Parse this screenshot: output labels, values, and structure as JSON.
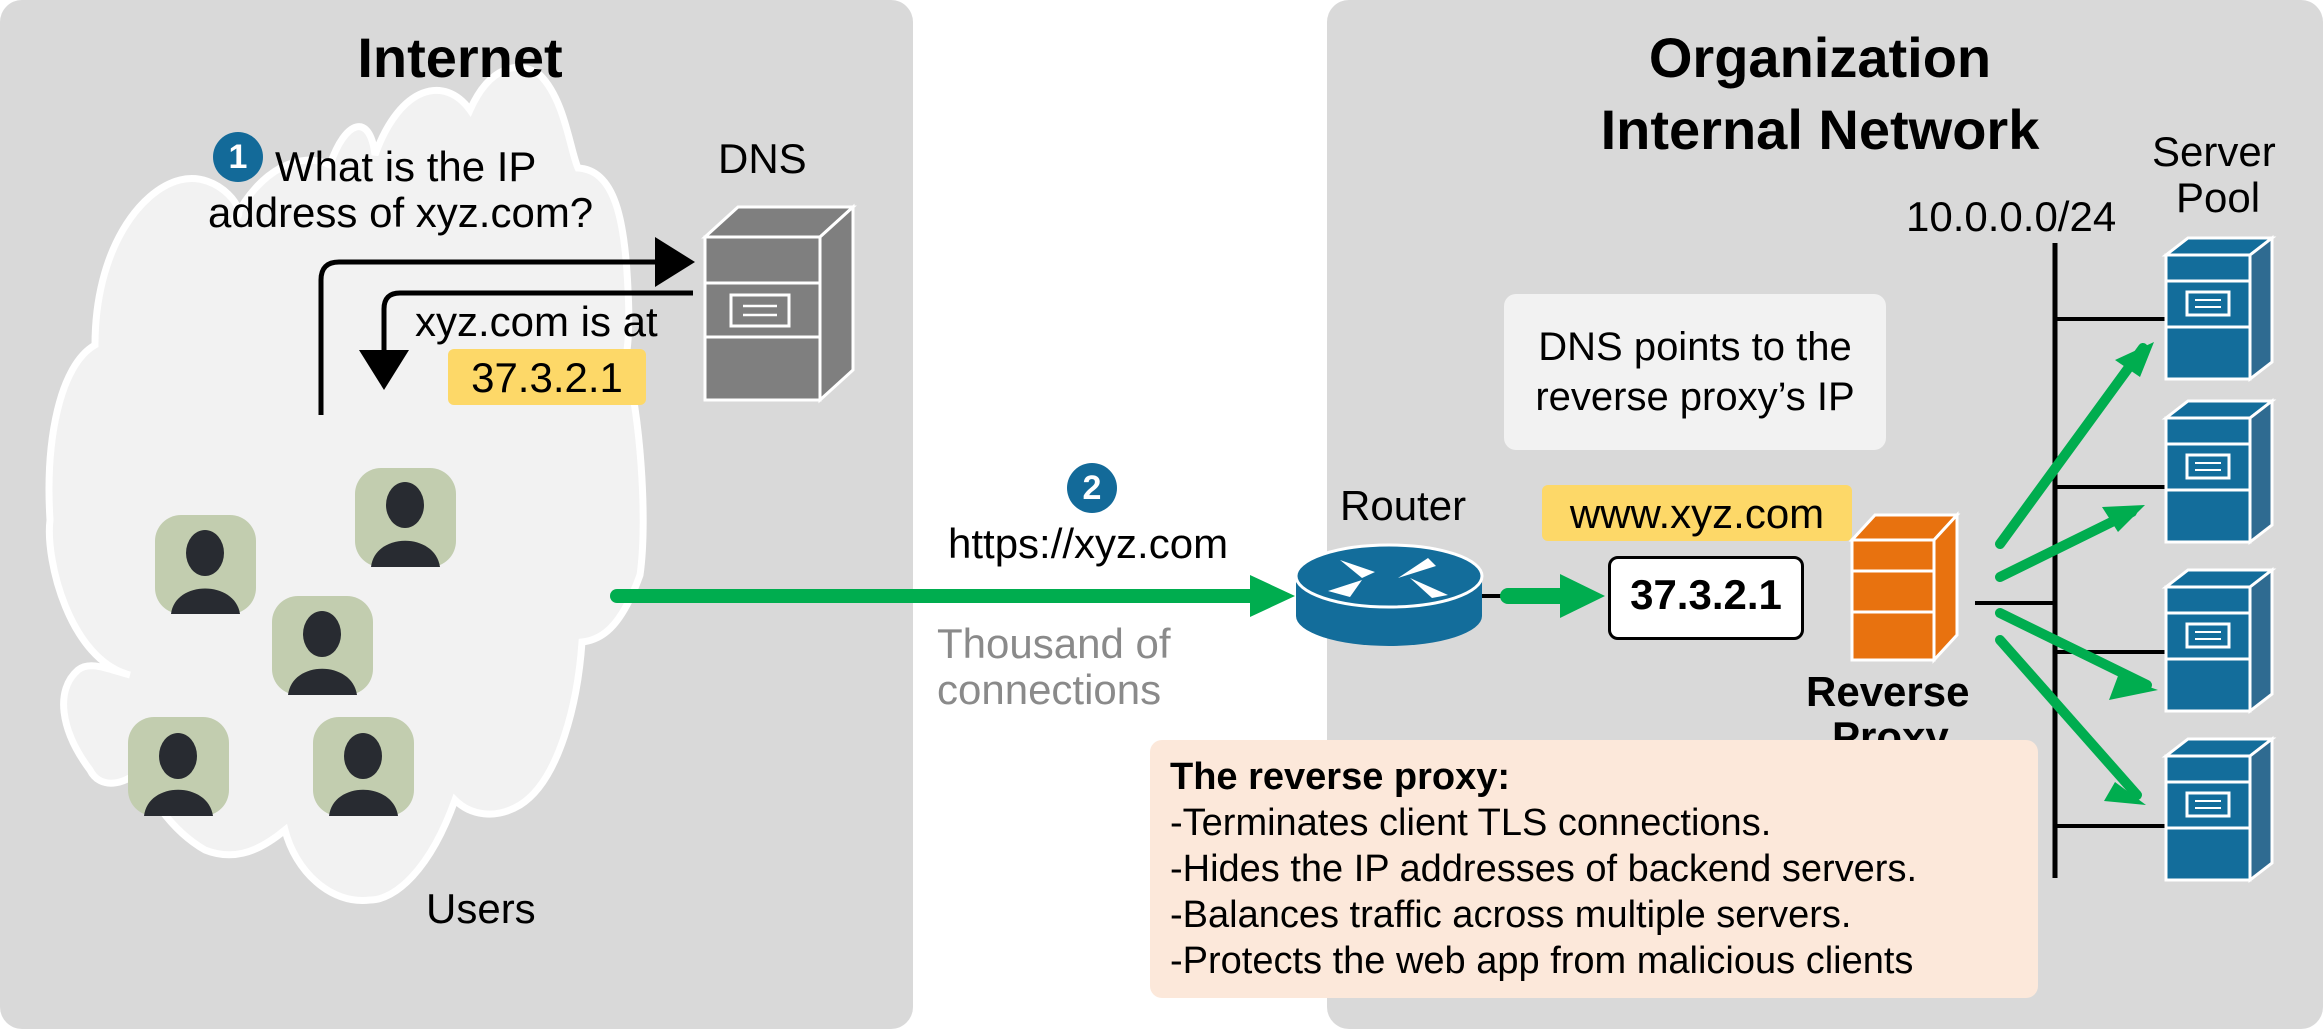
{
  "zones": {
    "internet": {
      "title": "Internet"
    },
    "internal": {
      "title_line1": "Organization",
      "title_line2": "Internal Network"
    }
  },
  "dns_query": {
    "step": "1",
    "question_line1": "What is the IP",
    "question_line2": "address of xyz.com?",
    "dns_label": "DNS",
    "answer_text": "xyz.com is at",
    "answer_ip": "37.3.2.1"
  },
  "users": {
    "label": "Users",
    "count": 5
  },
  "request": {
    "step": "2",
    "url": "https://xyz.com",
    "note_line1": "Thousand of",
    "note_line2": "connections"
  },
  "router": {
    "label": "Router"
  },
  "dns_note": {
    "line1": "DNS points to the",
    "line2": "reverse proxy’s IP"
  },
  "proxy": {
    "domain": "www.xyz.com",
    "ip": "37.3.2.1",
    "label_line1": "Reverse",
    "label_line2": "Proxy"
  },
  "server_pool": {
    "label_line1": "Server",
    "label_line2": "Pool",
    "subnet": "10.0.0.0/24",
    "server_count": 4
  },
  "info_box": {
    "heading": "The reverse proxy:",
    "items": [
      "-Terminates client TLS connections.",
      "-Hides the IP addresses of backend servers.",
      "-Balances traffic across multiple servers.",
      "-Protects the web app from malicious clients"
    ]
  },
  "colors": {
    "zone_bg": "#d9d9d9",
    "flow_green": "#00ad4f",
    "server_blue": "#136d9b",
    "server_side": "#2f6b91",
    "proxy_orange": "#e8720f",
    "dns_grey": "#7f7f7f",
    "highlight_yellow": "#fdd868",
    "user_tile": "#c2cdaf",
    "step_badge": "#136a99",
    "info_bg": "#fce8da"
  }
}
